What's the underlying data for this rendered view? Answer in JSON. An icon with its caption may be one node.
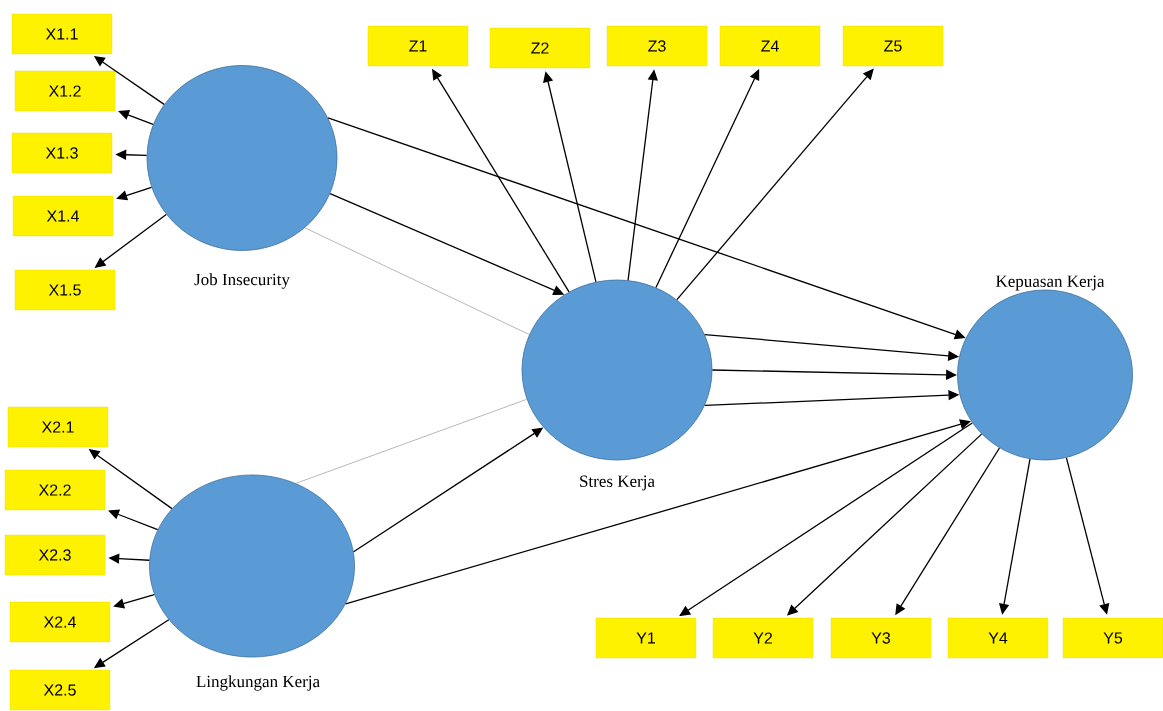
{
  "diagram": {
    "nodes": [
      {
        "text": [
          "Job Insecurity"
        ]
      },
      {
        "text": [
          "X1.1"
        ]
      },
      {
        "text": [
          "X1.2"
        ]
      },
      {
        "text": [
          "X1.3"
        ]
      },
      {
        "text": [
          "X1.4"
        ]
      },
      {
        "text": [
          "X1.5"
        ]
      },
      {
        "text": [
          "Lingkungan Kerja"
        ]
      },
      {
        "text": [
          "X2.1"
        ]
      },
      {
        "text": [
          "X2.2"
        ]
      },
      {
        "text": [
          "X2.3"
        ]
      },
      {
        "text": [
          "X2.4"
        ]
      },
      {
        "text": [
          "X2.5"
        ]
      },
      {
        "text": [
          "Stres Kerja"
        ]
      },
      {
        "text": [
          "Z1"
        ]
      },
      {
        "text": [
          "Z2"
        ]
      },
      {
        "text": [
          "Z3"
        ]
      },
      {
        "text": [
          "Z4"
        ]
      },
      {
        "text": [
          "Z5"
        ]
      },
      {
        "text": [
          "Kepuasan Kerja"
        ]
      },
      {
        "text": [
          "Y1"
        ]
      },
      {
        "text": [
          "Y2"
        ]
      },
      {
        "text": [
          "Y3"
        ]
      },
      {
        "text": [
          "Y4"
        ]
      },
      {
        "text": [
          "Y5"
        ]
      }
    ],
    "edges": [
      {
        "from": 0,
        "to": 1,
        "arrow": "to"
      },
      {
        "from": 0,
        "to": 2,
        "arrow": "to"
      },
      {
        "from": 0,
        "to": 3,
        "arrow": "to"
      },
      {
        "from": 0,
        "to": 4,
        "arrow": "to"
      },
      {
        "from": 0,
        "to": 5,
        "arrow": "to"
      },
      {
        "from": 6,
        "to": 7,
        "arrow": "to"
      },
      {
        "from": 6,
        "to": 8,
        "arrow": "to"
      },
      {
        "from": 6,
        "to": 9,
        "arrow": "to"
      },
      {
        "from": 6,
        "to": 10,
        "arrow": "to"
      },
      {
        "from": 6,
        "to": 11,
        "arrow": "to"
      },
      {
        "from": 12,
        "to": 13,
        "arrow": "to"
      },
      {
        "from": 12,
        "to": 14,
        "arrow": "to"
      },
      {
        "from": 12,
        "to": 15,
        "arrow": "to"
      },
      {
        "from": 12,
        "to": 16,
        "arrow": "to"
      },
      {
        "from": 12,
        "to": 17,
        "arrow": "to"
      },
      {
        "from": 18,
        "to": 19,
        "arrow": "to"
      },
      {
        "from": 18,
        "to": 20,
        "arrow": "to"
      },
      {
        "from": 18,
        "to": 21,
        "arrow": "to"
      },
      {
        "from": 18,
        "to": 22,
        "arrow": "to"
      },
      {
        "from": 18,
        "to": 23,
        "arrow": "to"
      },
      {
        "from": 0,
        "to": 18,
        "arrow": "to"
      },
      {
        "from": 0,
        "to": 12,
        "arrow": "to"
      },
      {
        "from": 0,
        "to": 12,
        "arrow": "none",
        "color": "#999999"
      },
      {
        "from": 6,
        "to": 12,
        "arrow": "none",
        "color": "#999999"
      },
      {
        "from": 6,
        "to": 12,
        "arrow": "to"
      },
      {
        "from": 6,
        "to": 18,
        "arrow": "to"
      },
      {
        "from": 12,
        "to": 18,
        "arrow": "to"
      },
      {
        "from": 12,
        "to": 18,
        "arrow": "to"
      },
      {
        "from": 12,
        "to": 18,
        "arrow": "to"
      }
    ]
  }
}
